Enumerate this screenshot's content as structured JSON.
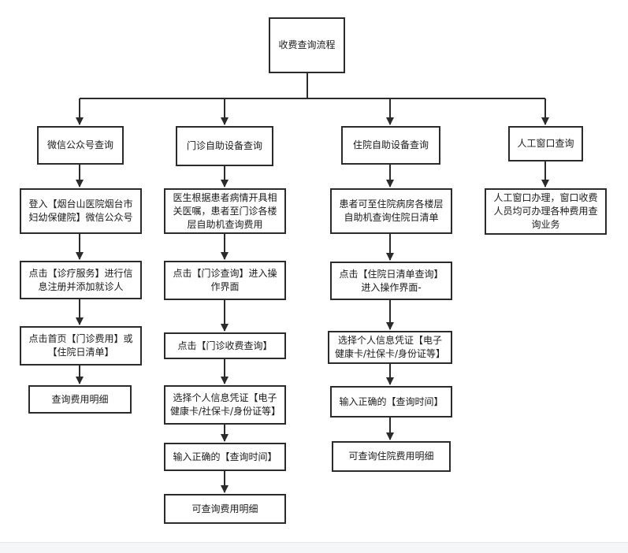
{
  "diagram": {
    "root": "收费查询流程",
    "columns": [
      {
        "header": "微信公众号查询",
        "steps": [
          "登入【烟台山医院烟台市妇幼保健院】微信公众号",
          "点击【诊疗服务】进行信息注册并添加就诊人",
          "点击首页【门诊费用】或【住院日清单】",
          "查询费用明细"
        ]
      },
      {
        "header": "门诊自助设备查询",
        "steps": [
          "医生根据患者病情开具相关医嘱，患者至门诊各楼层自助机查询费用",
          "点击【门诊查询】进入操作界面",
          "点击【门诊收费查询】",
          "选择个人信息凭证【电子健康卡/社保卡/身份证等】",
          "输入正确的【查询时间】",
          "可查询费用明细"
        ]
      },
      {
        "header": "住院自助设备查询",
        "steps": [
          "患者可至住院病房各楼层自助机查询住院日清单",
          "点击【住院日清单查询】进入操作界面-",
          "选择个人信息凭证【电子健康卡/社保卡/身份证等】",
          "输入正确的【查询时间】",
          "可查询住院费用明细"
        ]
      },
      {
        "header": "人工窗口查询",
        "steps": [
          "人工窗口办理，窗口收费人员均可办理各种费用查询业务"
        ]
      }
    ]
  }
}
